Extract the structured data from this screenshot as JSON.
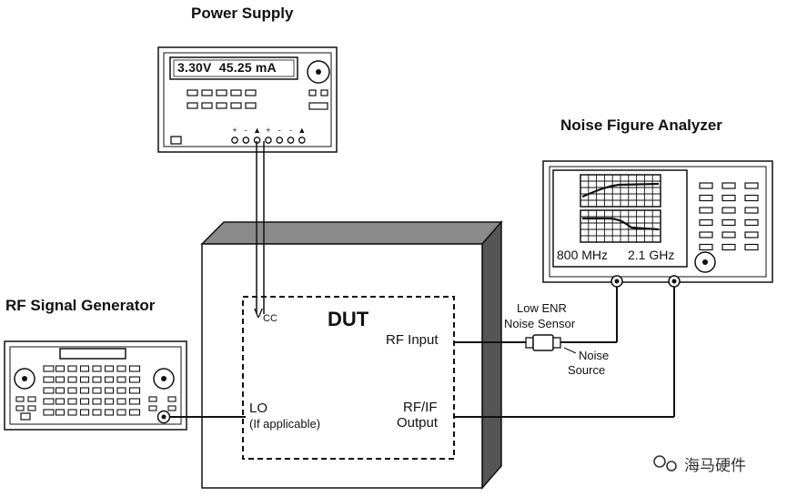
{
  "titles": {
    "power_supply": "Power Supply",
    "noise_figure_analyzer": "Noise Figure Analyzer",
    "rf_signal_generator": "RF Signal Generator"
  },
  "power_supply": {
    "display": "3.30V  45.25 mA",
    "terminal_signs": [
      "+",
      "-",
      "▲",
      "+",
      "-",
      "-",
      "▲"
    ]
  },
  "nfa": {
    "freq_start": "800 MHz",
    "freq_stop": "2.1 GHz"
  },
  "dut": {
    "title": "DUT",
    "vcc": "V",
    "vcc_sub": "CC",
    "rf_input": "RF Input",
    "lo": "LO",
    "lo_note": "(If applicable)",
    "rfif": "RF/IF",
    "output": "Output"
  },
  "sensor": {
    "line1": "Low ENR",
    "line2": "Noise Sensor",
    "source1": "Noise",
    "source2": "Source"
  },
  "watermark": {
    "text": "海马硬件"
  },
  "colors": {
    "ink": "#111111",
    "box_side": "#555555",
    "box_top": "#888888",
    "box_front": "#ffffff"
  }
}
